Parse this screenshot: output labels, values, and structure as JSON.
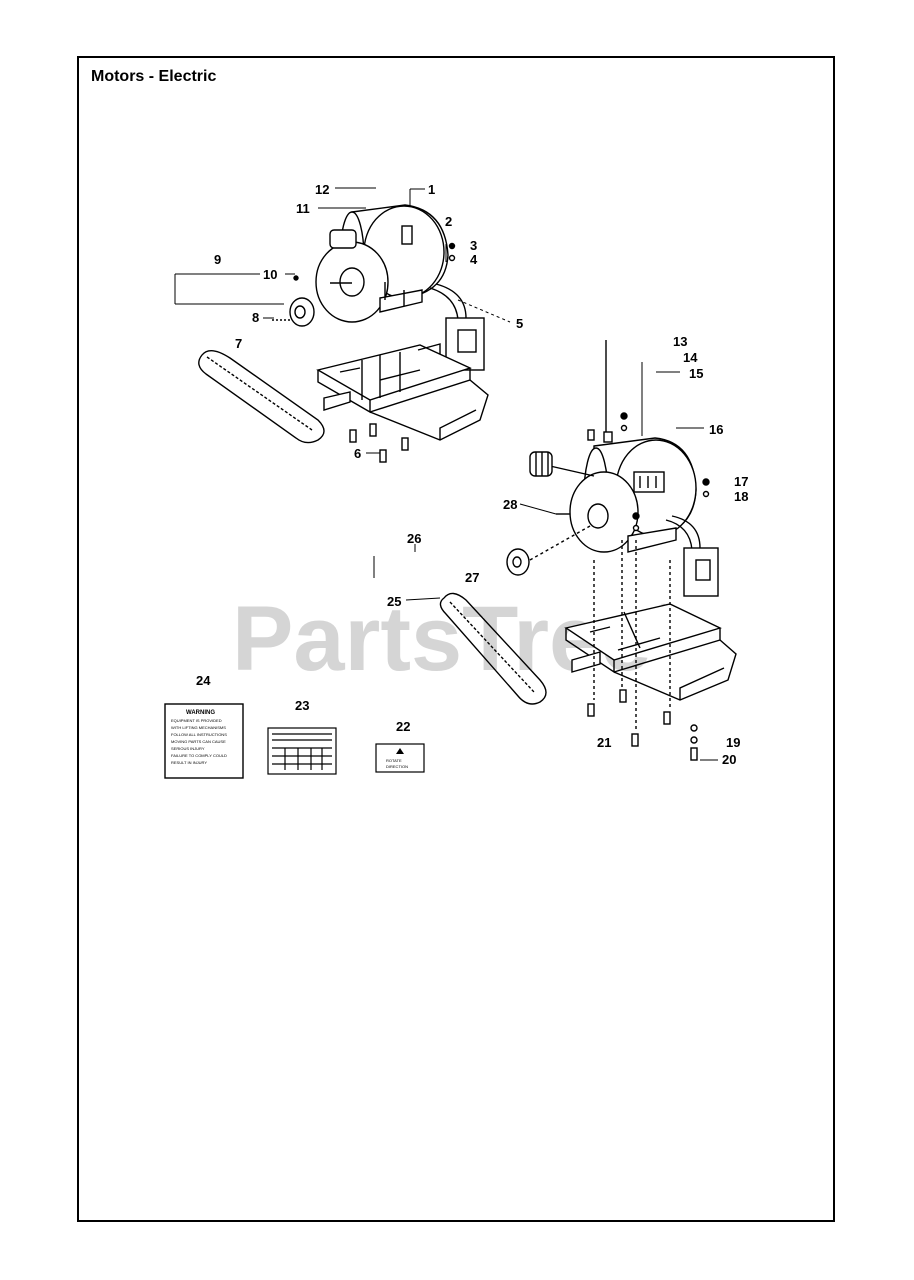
{
  "title": "Motors - Electric",
  "watermark": "PartsTree",
  "watermark_tm": "™",
  "callouts": [
    "1",
    "2",
    "3",
    "4",
    "5",
    "6",
    "7",
    "8",
    "9",
    "10",
    "11",
    "12",
    "13",
    "14",
    "15",
    "16",
    "17",
    "18",
    "19",
    "20",
    "21",
    "22",
    "23",
    "24",
    "25",
    "26",
    "27",
    "28"
  ],
  "decal_24": {
    "heading": "WARNING",
    "lines": [
      "EQUIPMENT IS PROVIDED",
      "WITH LIFTING MECHANISMS",
      "FOLLOW ALL INSTRUCTIONS",
      "MOVING PARTS CAN CAUSE",
      "SERIOUS INJURY",
      "FAILURE TO COMPLY COULD",
      "RESULT IN INJURY"
    ]
  },
  "decal_22": {
    "line1": "ROTATE",
    "line2": "DIRECTION"
  }
}
